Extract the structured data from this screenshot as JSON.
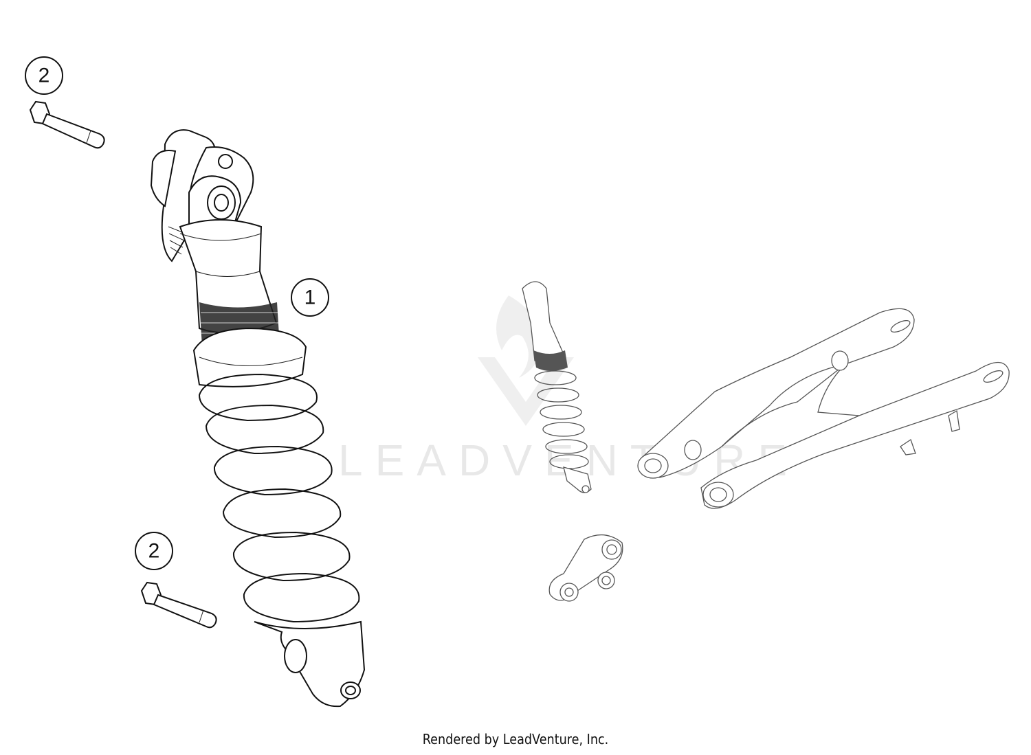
{
  "diagram": {
    "callouts": [
      {
        "label": "2",
        "part": "bolt-upper"
      },
      {
        "label": "1",
        "part": "shock-absorber"
      },
      {
        "label": "2",
        "part": "bolt-lower"
      }
    ],
    "watermark": "LEADVENTURE",
    "footer": "Rendered by LeadVenture, Inc."
  }
}
